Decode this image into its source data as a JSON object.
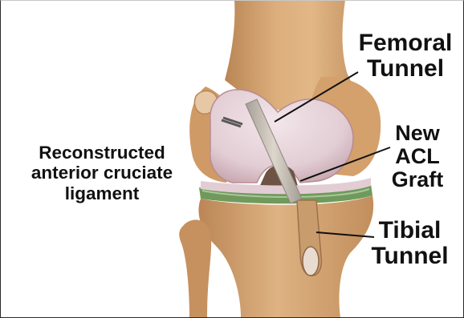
{
  "labels": {
    "femoral_tunnel": [
      "Femoral",
      "Tunnel"
    ],
    "new_acl_graft": [
      "New",
      "ACL",
      "Graft"
    ],
    "tibial_tunnel": [
      "Tibial",
      "Tunnel"
    ],
    "reconstructed_acl": [
      "Reconstructed",
      "anterior cruciate",
      "ligament"
    ]
  },
  "colors": {
    "bone": "#d9a874",
    "bone_shadow": "#b27c4c",
    "cartilage": "#e4d0d6",
    "meniscus": "#6f9a5c",
    "graft": "#c9c2b8",
    "text": "#111111"
  }
}
